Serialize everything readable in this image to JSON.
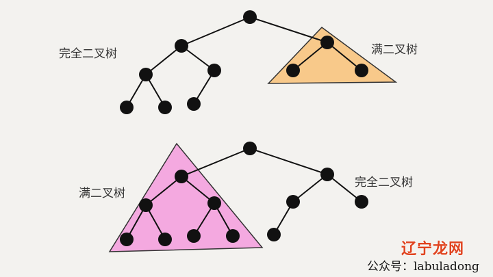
{
  "labels": {
    "top_left": "完全二叉树",
    "top_right": "满二叉树",
    "bottom_left": "满二叉树",
    "bottom_right": "完全二叉树"
  },
  "footer": "公众号：labuladong",
  "watermark": "辽宁龙网",
  "colors": {
    "full_tree_top": "#f8c98a",
    "full_tree_bottom": "#f4a9e0",
    "node": "#111111"
  }
}
